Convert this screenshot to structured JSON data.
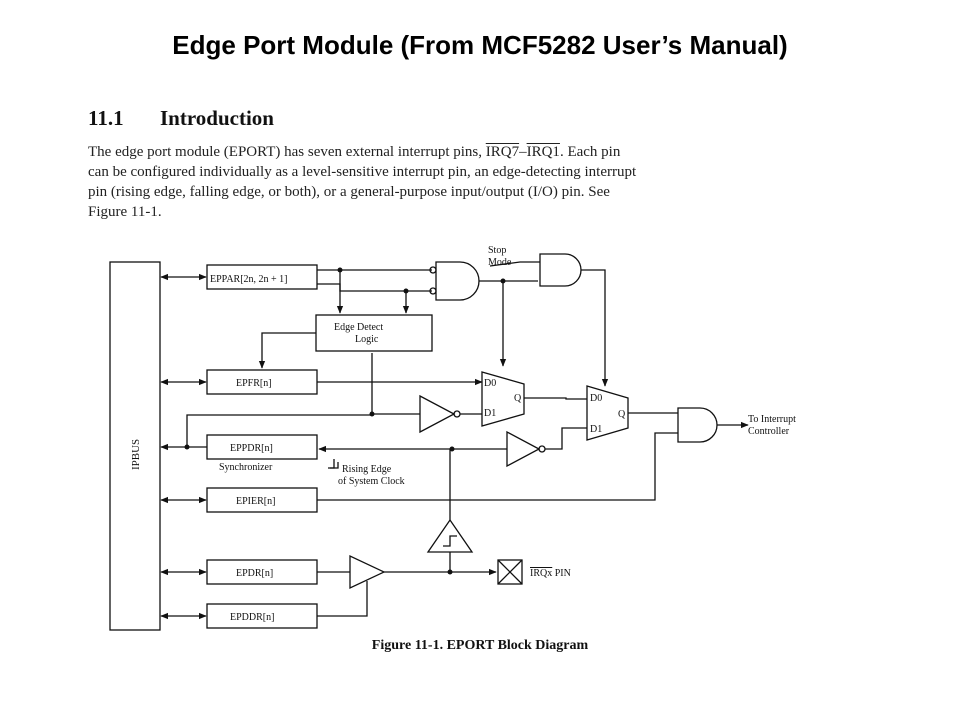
{
  "slide": {
    "title": "Edge Port Module (From MCF5282 User’s Manual)"
  },
  "section": {
    "number": "11.1",
    "title": "Introduction"
  },
  "intro": {
    "line1_a": "The edge port module (EPORT) has seven external interrupt pins, ",
    "irq7": "IRQ7",
    "dash": "–",
    "irq1": "IRQ1",
    "line1_b": ". Each pin",
    "line2": "can be configured individually as a level-sensitive interrupt pin, an edge-detecting interrupt",
    "line3": "pin (rising edge, falling edge, or both), or a general-purpose input/output (I/O) pin. See",
    "line4": "Figure 11-1."
  },
  "diagram": {
    "ipbus": "IPBUS",
    "eppar": "EPPAR[2n, 2n + 1]",
    "stop1": "Stop",
    "stop2": "Mode",
    "edge1": "Edge Detect",
    "edge2": "Logic",
    "epfr": "EPFR[n]",
    "mux1_d0": "D0",
    "mux1_d1": "D1",
    "mux1_q": "Q",
    "mux2_d0": "D0",
    "mux2_d1": "D1",
    "mux2_q": "Q",
    "eppdr": "EPPDR[n]",
    "sync": "Synchronizer",
    "rising1": "Rising Edge",
    "rising2": "of System Clock",
    "epier": "EPIER[n]",
    "to_int1": "To Interrupt",
    "to_int2": "Controller",
    "epdr": "EPDR[n]",
    "irqx": "IRQx",
    "pin": " PIN",
    "epddr": "EPDDR[n]"
  },
  "caption": "Figure 11-1. EPORT Block Diagram"
}
